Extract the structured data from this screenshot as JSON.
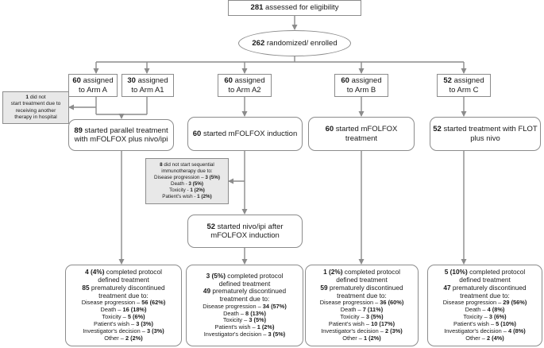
{
  "colors": {
    "line": "#8c8c8c",
    "box_border": "#8c8c8c",
    "exclusion_fill": "#e8e8e8"
  },
  "assessed": {
    "n": "281",
    "text": " assessed for eligibility"
  },
  "randomized": {
    "n": "262",
    "text": " randomized/ enrolled"
  },
  "assigned": [
    {
      "n": "60",
      "line1": " assigned",
      "line2": "to Arm A"
    },
    {
      "n": "30",
      "line1": " assigned",
      "line2": "to Arm A1"
    },
    {
      "n": "60",
      "line1": " assigned",
      "line2": "to Arm A2"
    },
    {
      "n": "60",
      "line1": " assigned",
      "line2": "to Arm B"
    },
    {
      "n": "52",
      "line1": " assigned",
      "line2": "to Arm C"
    }
  ],
  "excluded_arm_a": {
    "n": "1",
    "line1": " did not",
    "line2": "start",
    "line3": "treatment due to",
    "line4": "receiving another",
    "line5": "therapy in hospital"
  },
  "started": [
    {
      "n": "89",
      "line1": " started parallel treatment",
      "line2": "with mFOLFOX plus nivo/ipi"
    },
    {
      "n": "60",
      "line1": " started mFOLFOX induction",
      "line2": ""
    },
    {
      "n": "60",
      "line1": " started mFOLFOX",
      "line2": "treatment"
    },
    {
      "n": "52",
      "line1": " started treatment with FLOT",
      "line2": "plus nivo"
    }
  ],
  "excluded_arm_a2": {
    "n": "8",
    "line1": " did not start sequential",
    "line2": "immunotherapy due to:",
    "items": [
      {
        "label": "Disease progression – ",
        "value": "3 (5%)"
      },
      {
        "label": "Death - ",
        "value": "3 (5%)"
      },
      {
        "label": "Toxicity - ",
        "value": "1 (2%)"
      },
      {
        "label": "Patient's wish - ",
        "value": "1 (2%)"
      }
    ]
  },
  "sequential": {
    "n": "52",
    "line1": " started nivo/ipi after",
    "line2": "mFOLFOX induction"
  },
  "results": [
    {
      "completed_n": "4 (4%)",
      "completed_text": " completed protocol",
      "completed_line2": "defined treatment",
      "disc_n": "85",
      "disc_text": " prematurely discontinued",
      "disc_line2": "treatment due to:",
      "items": [
        {
          "label": "Disease progression – ",
          "value": "56 (62%)"
        },
        {
          "label": "Death – ",
          "value": "16 (18%)"
        },
        {
          "label": "Toxicity – ",
          "value": "5 (6%)"
        },
        {
          "label": "Patient's wish – ",
          "value": "3 (3%)"
        },
        {
          "label": "Investigator's decision – ",
          "value": "3 (3%)"
        },
        {
          "label": "Other – ",
          "value": "2 (2%)"
        }
      ]
    },
    {
      "completed_n": "3 (5%)",
      "completed_text": " completed protocol",
      "completed_line2": "defined treatment",
      "disc_n": "49",
      "disc_text": " prematurely discontinued",
      "disc_line2": "treatment due to:",
      "items": [
        {
          "label": "Disease progression – ",
          "value": "34 (57%)"
        },
        {
          "label": "Death – ",
          "value": "8 (13%)"
        },
        {
          "label": "Toxicity – ",
          "value": "3 (5%)"
        },
        {
          "label": "Patient's wish – ",
          "value": "1 (2%)"
        },
        {
          "label": "Investigator's decision – ",
          "value": "3 (5%)"
        }
      ]
    },
    {
      "completed_n": "1 (2%)",
      "completed_text": " completed protocol",
      "completed_line2": "defined treatment",
      "disc_n": "59",
      "disc_text": " prematurely discontinued",
      "disc_line2": "treatment due to:",
      "items": [
        {
          "label": "Disease progression – ",
          "value": "36 (60%)"
        },
        {
          "label": "Death – ",
          "value": "7 (11%)"
        },
        {
          "label": "Toxicity – ",
          "value": "3 (5%)"
        },
        {
          "label": "Patient's wish – ",
          "value": "10 (17%)"
        },
        {
          "label": "Investigator's decision – ",
          "value": "2 (3%)"
        },
        {
          "label": "Other – ",
          "value": "1 (2%)"
        }
      ]
    },
    {
      "completed_n": "5 (10%)",
      "completed_text": " completed protocol",
      "completed_line2": "defined treatment",
      "disc_n": "47",
      "disc_text": " prematurely discontinued",
      "disc_line2": "treatment due to:",
      "items": [
        {
          "label": "Disease progression – ",
          "value": "29 (56%)"
        },
        {
          "label": "Death – ",
          "value": "4 (8%)"
        },
        {
          "label": "Toxicity – ",
          "value": "3 (6%)"
        },
        {
          "label": "Patient's wish – ",
          "value": "5 (10%)"
        },
        {
          "label": "Investigator's decision – ",
          "value": "4 (8%)"
        },
        {
          "label": "Other – ",
          "value": "2 (4%)"
        }
      ]
    }
  ]
}
